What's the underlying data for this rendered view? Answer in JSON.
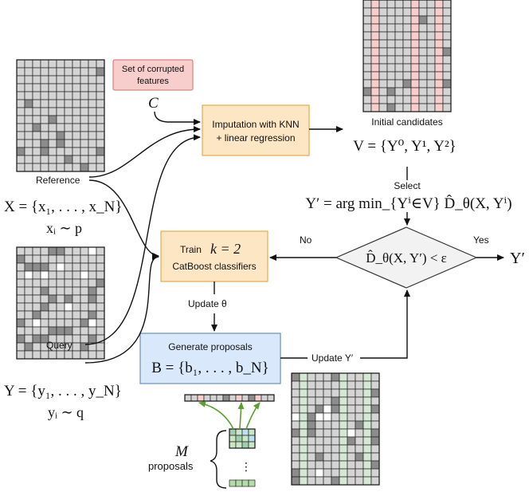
{
  "boxes": {
    "corrupted": "Set of corrupted features",
    "imputation_line1": "Imputation with KNN",
    "imputation_line2": "+ linear regression",
    "train_line1": "Train",
    "train_k": "k = 2",
    "train_line2": "CatBoost classifiers",
    "generate_line1": "Generate proposals",
    "generate_math": "B = {b₁, . . . , b_N}"
  },
  "labels": {
    "C": "C",
    "reference": "Reference",
    "query": "Query",
    "initial_candidates": "Initial candidates",
    "V_set": "V = {Y⁰, Y¹, Y²}",
    "select": "Select",
    "argmin": "Y′ = arg min_{Yⁱ∈V} D̂_θ(X, Yⁱ)",
    "X_set": "X = {x₁, . . . , x_N}",
    "x_dist": "xᵢ ∼ p",
    "Y_set": "Y = {y₁, . . . , y_N}",
    "y_dist": "yᵢ ∼ q",
    "decision": "D̂_θ(X, Y′) < ε",
    "no": "No",
    "yes": "Yes",
    "Y_out": "Y′",
    "update_theta": "Update θ",
    "update_Y": "Update Y′",
    "M": "M",
    "proposals": "proposals",
    "dots": "⋮"
  },
  "colors": {
    "orange_fill": "#fde6c4",
    "orange_stroke": "#e8a84a",
    "blue_fill": "#dae8fc",
    "blue_stroke": "#6c8ebf",
    "pink_fill": "#f8cecc",
    "pink_stroke": "#d46a6a",
    "green_fill": "#d5e8d4",
    "green_stroke": "#82b366",
    "grid_light": "#d4d4d4",
    "grid_dark": "#8c8c8c",
    "decision_fill": "#f2f2f2"
  }
}
